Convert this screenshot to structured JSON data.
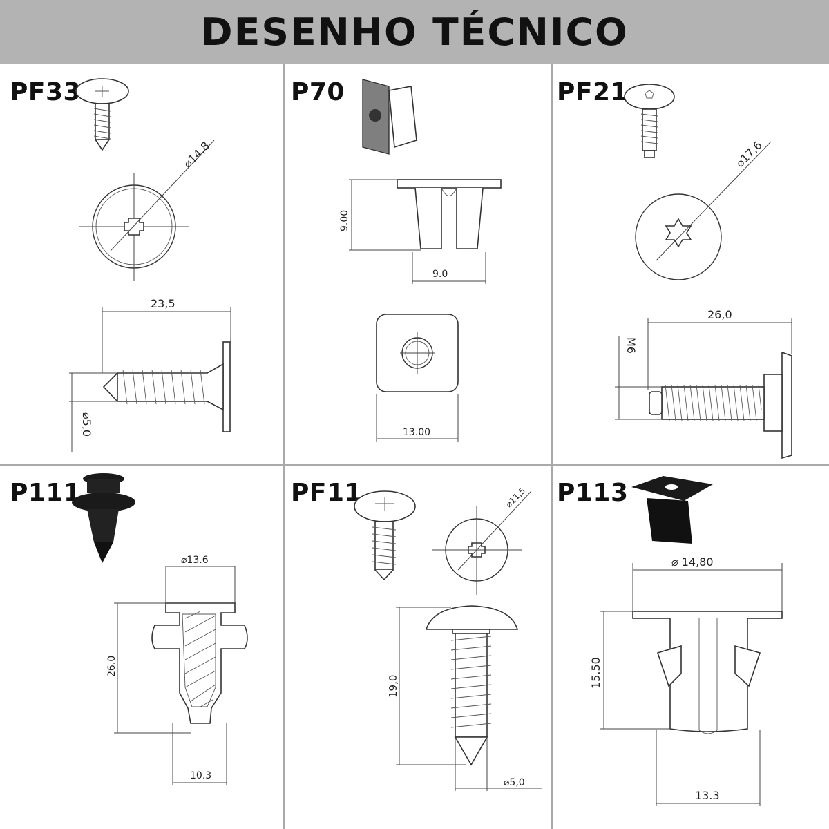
{
  "header": {
    "title": "DESENHO TÉCNICO"
  },
  "panels": [
    {
      "code": "PF33",
      "dims": {
        "diameter": "⌀14,8",
        "length": "23,5",
        "shank": "⌀5,0"
      }
    },
    {
      "code": "P70",
      "dims": {
        "height": "9.00",
        "width": "9.0",
        "square": "13.00"
      }
    },
    {
      "code": "PF21",
      "dims": {
        "diameter": "⌀17,6",
        "length": "26,0",
        "thread": "M6"
      }
    },
    {
      "code": "P111",
      "dims": {
        "diameter": "⌀13.6",
        "length": "26.0",
        "shank": "10.3"
      }
    },
    {
      "code": "PF11",
      "dims": {
        "diameter": "⌀11,5",
        "length": "19,0",
        "shank": "⌀5,0"
      }
    },
    {
      "code": "P113",
      "dims": {
        "diameter": "⌀ 14,80",
        "height": "15.50",
        "width": "13.3"
      }
    }
  ],
  "colors": {
    "header_bg": "#b3b3b3",
    "divider": "#aaaaaa",
    "text": "#111111"
  }
}
